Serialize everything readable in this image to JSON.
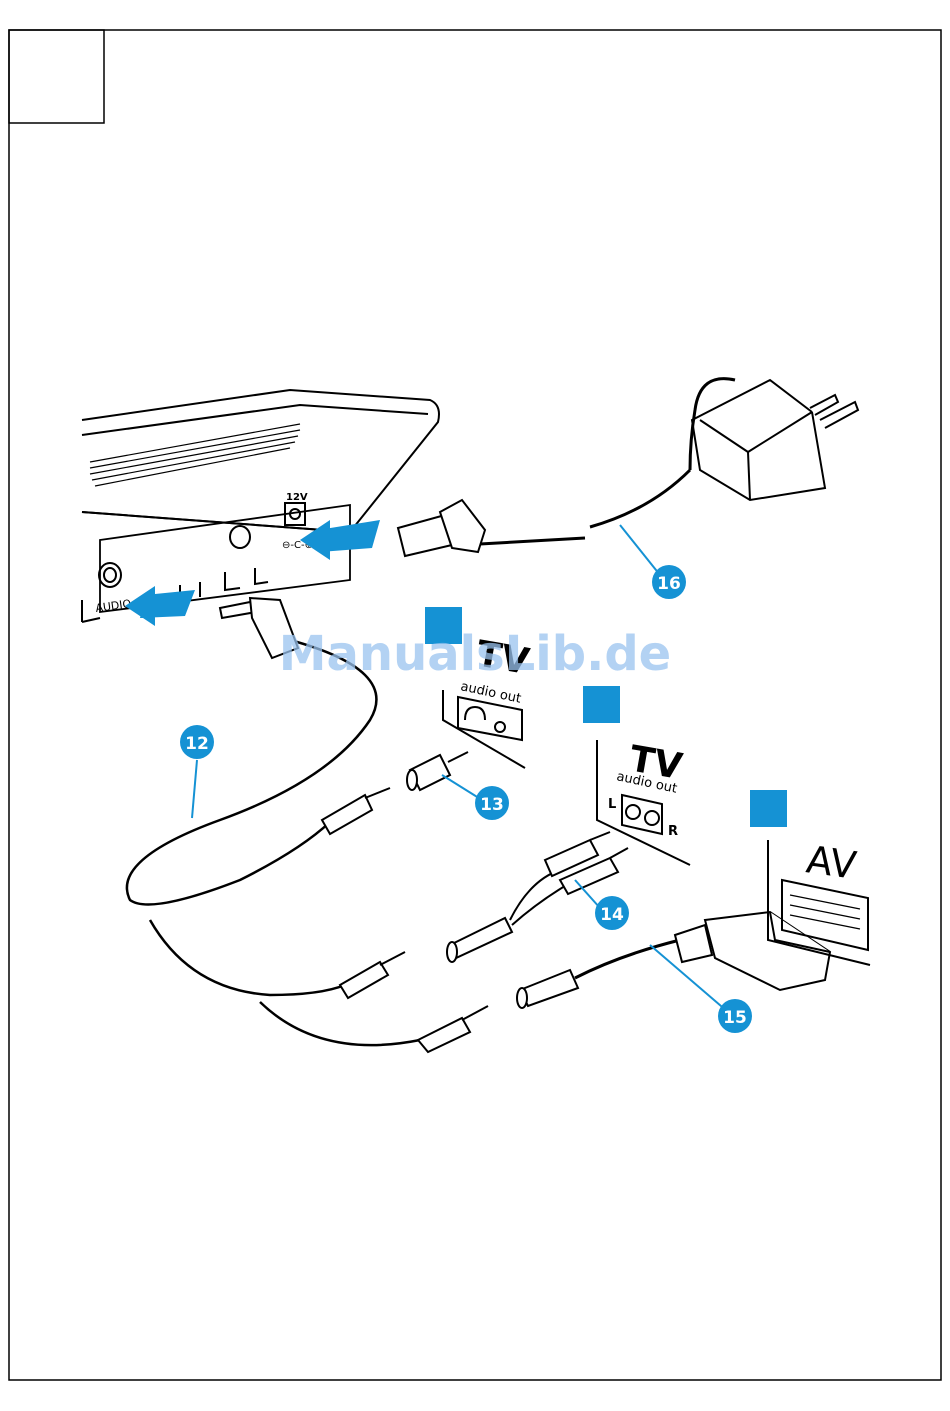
{
  "colors": {
    "accent": "#1592d4",
    "line": "#000000",
    "paper": "#ffffff",
    "watermark": "#9ac3ef"
  },
  "labels": {
    "audio_jack": "AUDIO",
    "dc_voltage": "12V",
    "dc_polarity": "⊖-C-⊕",
    "tv_a_title": "TV",
    "tv_a_sub": "audio out",
    "tv_b_title": "TV",
    "tv_b_sub": "audio out",
    "tv_b_left": "L",
    "tv_b_right": "R",
    "av_title": "AV"
  },
  "callouts": {
    "c12": "12",
    "c13": "13",
    "c14": "14",
    "c15": "15",
    "c16": "16"
  },
  "watermark": "ManualsLib.de",
  "icons": [
    "arrow-icon",
    "headphone-icon",
    "rca-socket-icon",
    "scart-socket-icon",
    "power-adapter-icon"
  ]
}
